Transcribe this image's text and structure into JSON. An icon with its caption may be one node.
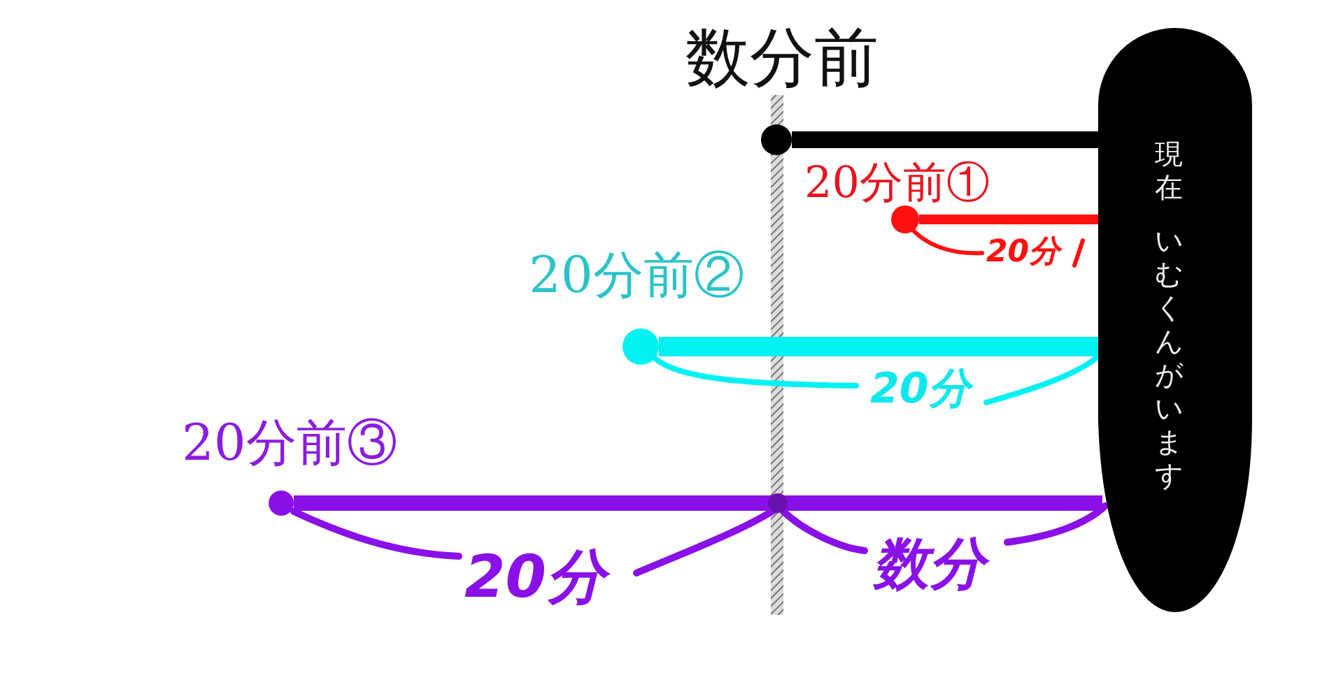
{
  "diagram": {
    "nodes": [
      {
        "text": [
          "現在",
          "いむくんがいます"
        ]
      },
      {
        "text": [],
        "shape": "circle"
      },
      {
        "text": [],
        "shape": "circle",
        "beside": [
          "20分前①"
        ]
      },
      {
        "text": [],
        "shape": "circle",
        "beside": [
          "20分前②"
        ]
      },
      {
        "text": [],
        "shape": "circle",
        "beside": [
          "20分前③"
        ]
      }
    ],
    "edges": [
      {
        "from": 1,
        "to": 0,
        "arrow": "none",
        "color": "#000000"
      },
      {
        "from": 2,
        "to": 0,
        "arrow": "none",
        "color": "#ff1010"
      },
      {
        "from": 3,
        "to": 0,
        "arrow": "none",
        "color": "#00f2f2"
      },
      {
        "from": 4,
        "to": 0,
        "arrow": "none",
        "color": "#8a10e8"
      }
    ],
    "labels": [
      "数分前",
      "20分",
      "20分",
      "20分",
      "数分"
    ]
  }
}
